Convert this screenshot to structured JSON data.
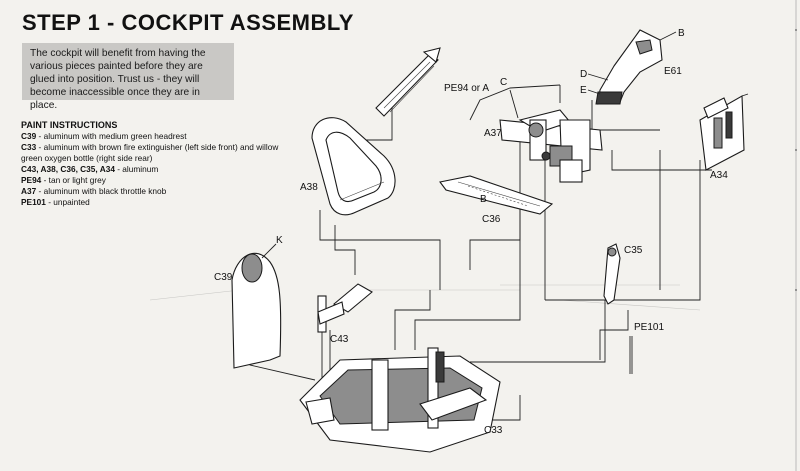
{
  "title": "STEP 1 - COCKPIT ASSEMBLY",
  "intro": "The cockpit will benefit from having the various pieces painted before they are glued into position.  Trust us - they will become inaccessible once they are in place.",
  "instructions": {
    "heading": "PAINT INSTRUCTIONS",
    "items": [
      {
        "code": "C39",
        "text": " - aluminum with medium green headrest"
      },
      {
        "code": "C33",
        "text": " - aluminum with brown fire extinguisher (left side front) and willow green oxygen bottle (right side rear)"
      },
      {
        "code": "C43, A38, C36, C35, A34",
        "text": " - aluminum"
      },
      {
        "code": "PE94",
        "text": " - tan or light grey"
      },
      {
        "code": "A37",
        "text": " - aluminum with black throttle knob"
      },
      {
        "code": "PE101",
        "text": " - unpainted"
      }
    ]
  },
  "part_labels": {
    "b": "B",
    "b_seat": "B",
    "c": "C",
    "d": "D",
    "e": "E",
    "k": "K",
    "e61": "E61",
    "pe94": "PE94 or A",
    "a37": "A37",
    "a38": "A38",
    "a34": "A34",
    "c36": "C36",
    "c35": "C35",
    "c39": "C39",
    "c43": "C43",
    "pe101": "PE101",
    "c33": "C33"
  }
}
